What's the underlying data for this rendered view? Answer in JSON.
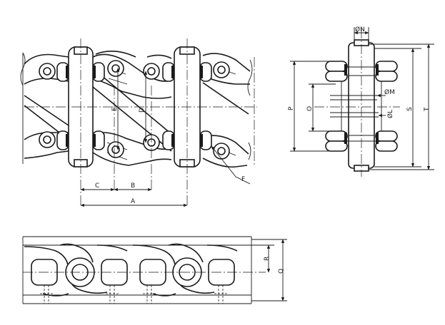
{
  "labels": {
    "top": {
      "E": "E",
      "D": "D",
      "C": "C",
      "B": "B",
      "A": "A",
      "F": "F"
    },
    "side": {
      "ON": "ØN",
      "OM": "ØM",
      "OL": "ØL",
      "P": "P",
      "O": "O",
      "S": "S",
      "T": "T"
    },
    "bottom": {
      "R": "R",
      "Q": "Q"
    }
  }
}
